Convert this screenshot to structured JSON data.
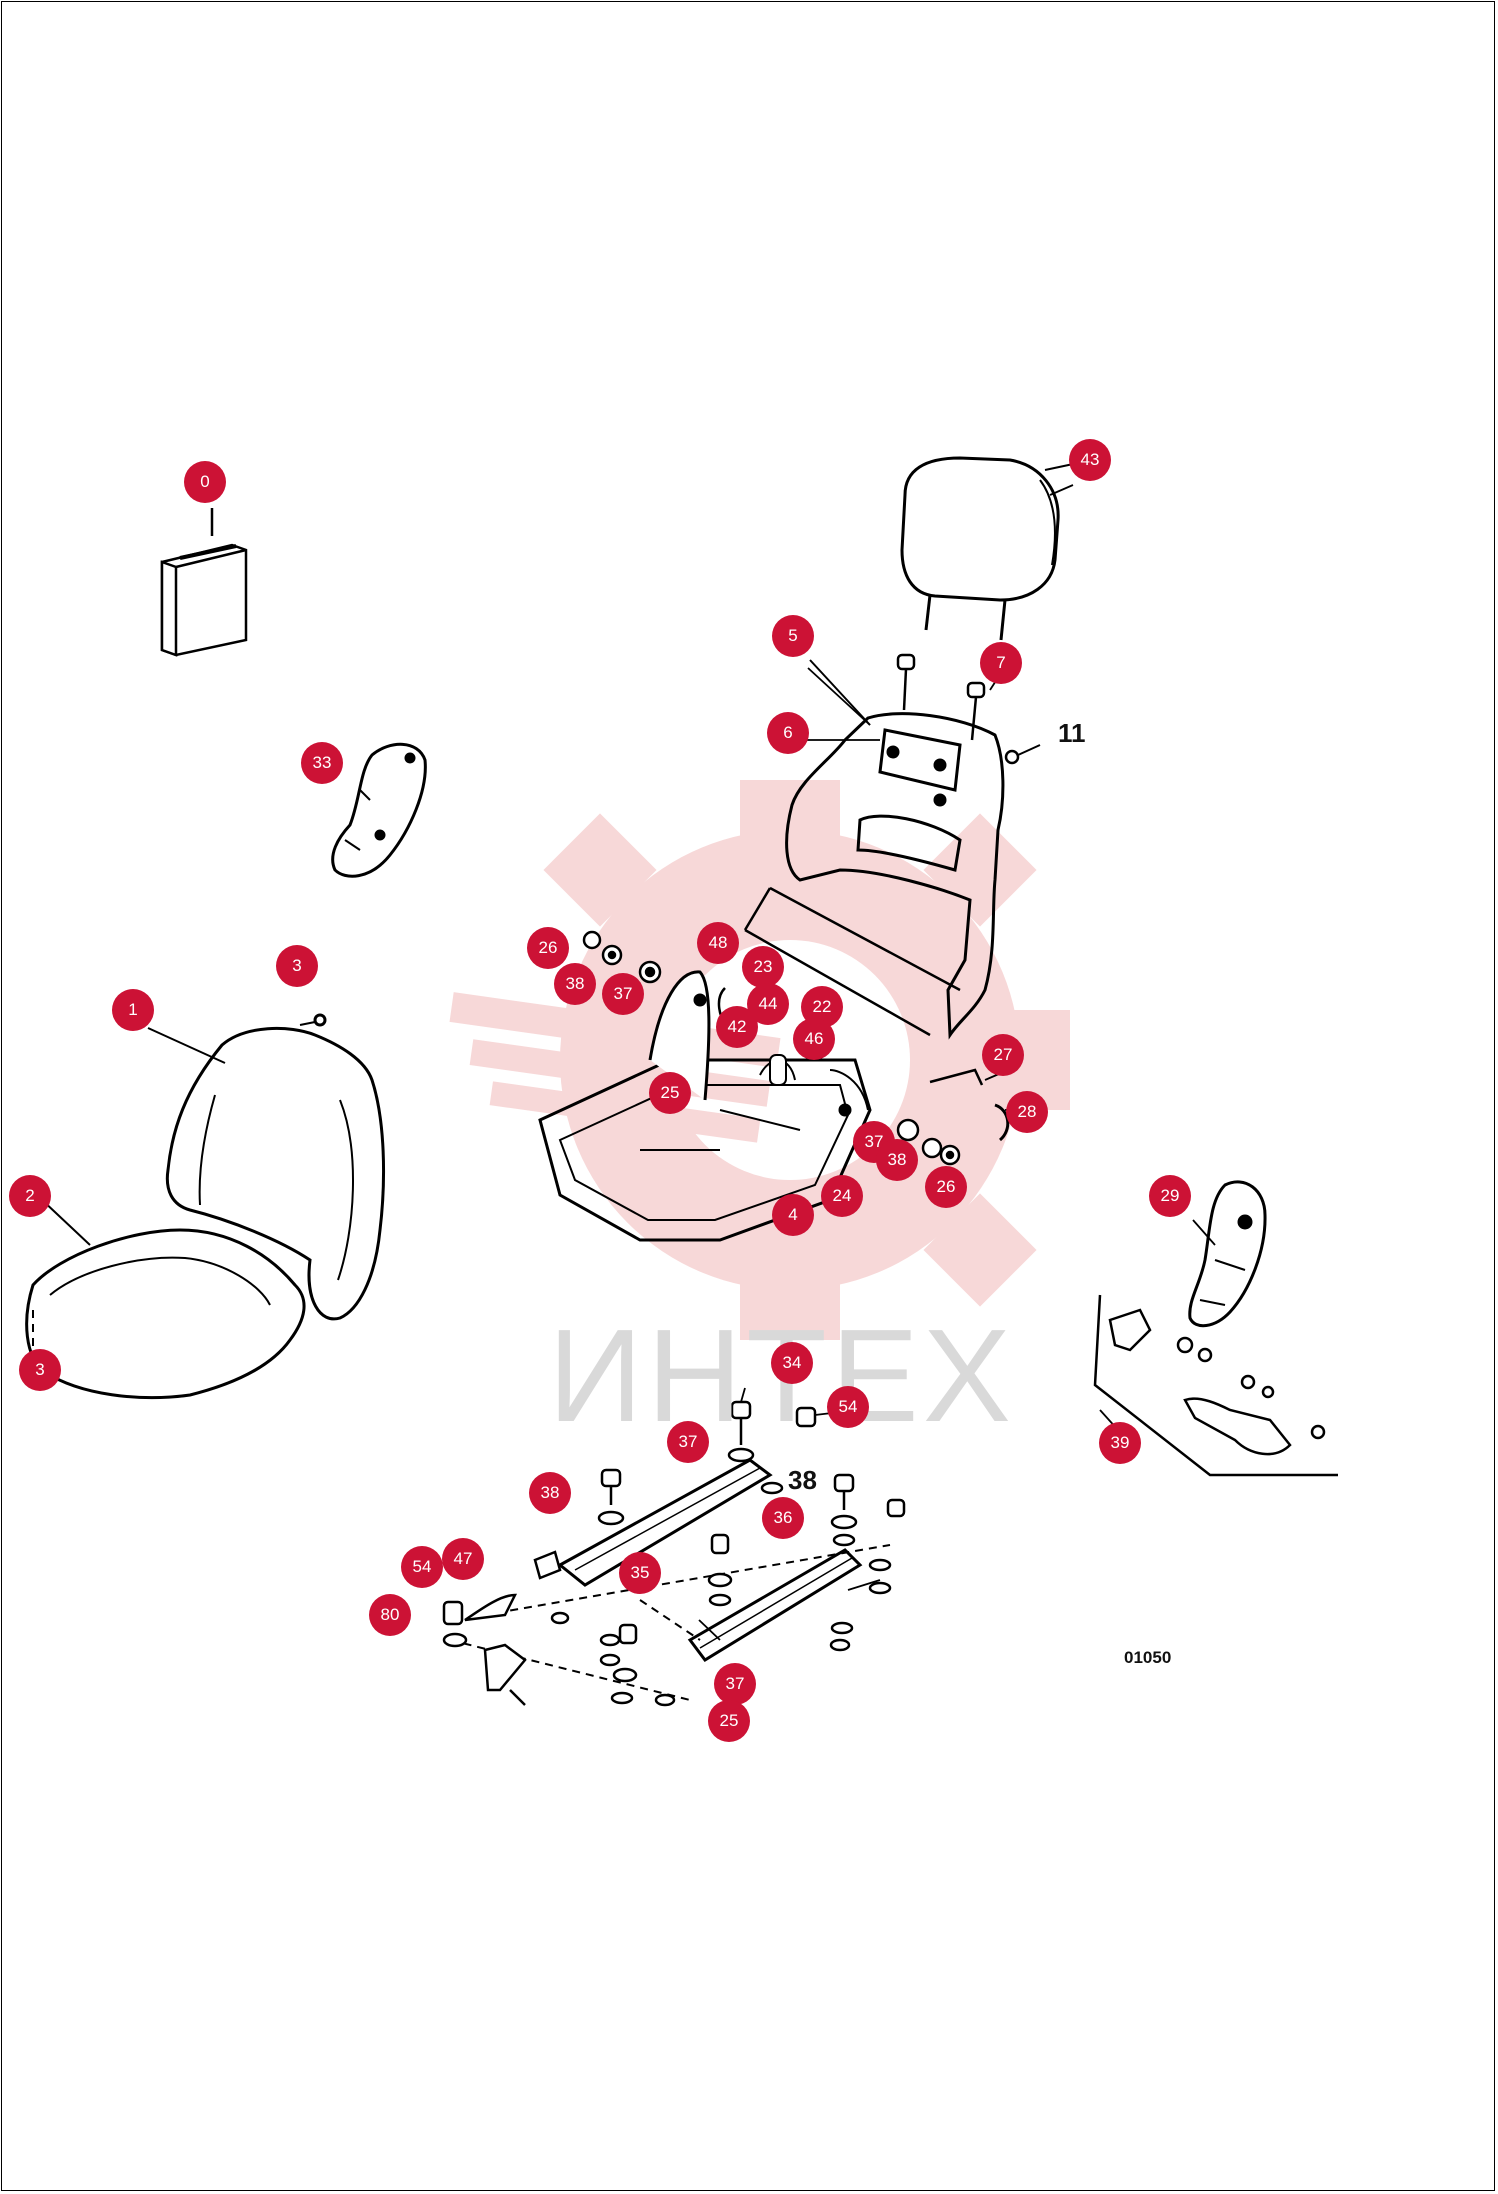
{
  "diagram": {
    "watermark": "ИНТЕХ",
    "drawing_code": "01050",
    "plain_labels": {
      "label_11": "11",
      "label_38": "38"
    },
    "callouts": [
      {
        "id": "c0",
        "label": "0"
      },
      {
        "id": "c43",
        "label": "43"
      },
      {
        "id": "c5",
        "label": "5"
      },
      {
        "id": "c7",
        "label": "7"
      },
      {
        "id": "c6",
        "label": "6"
      },
      {
        "id": "c33",
        "label": "33"
      },
      {
        "id": "c26a",
        "label": "26"
      },
      {
        "id": "c48",
        "label": "48"
      },
      {
        "id": "c23",
        "label": "23"
      },
      {
        "id": "c38a",
        "label": "38"
      },
      {
        "id": "c37a",
        "label": "37"
      },
      {
        "id": "c44",
        "label": "44"
      },
      {
        "id": "c22",
        "label": "22"
      },
      {
        "id": "c3a",
        "label": "3"
      },
      {
        "id": "c1",
        "label": "1"
      },
      {
        "id": "c42",
        "label": "42"
      },
      {
        "id": "c46",
        "label": "46"
      },
      {
        "id": "c27",
        "label": "27"
      },
      {
        "id": "c25a",
        "label": "25"
      },
      {
        "id": "c28",
        "label": "28"
      },
      {
        "id": "c37b",
        "label": "37"
      },
      {
        "id": "c38b",
        "label": "38"
      },
      {
        "id": "c26b",
        "label": "26"
      },
      {
        "id": "c24",
        "label": "24"
      },
      {
        "id": "c2",
        "label": "2"
      },
      {
        "id": "c4",
        "label": "4"
      },
      {
        "id": "c29",
        "label": "29"
      },
      {
        "id": "c3b",
        "label": "3"
      },
      {
        "id": "c34",
        "label": "34"
      },
      {
        "id": "c54a",
        "label": "54"
      },
      {
        "id": "c37c",
        "label": "37"
      },
      {
        "id": "c39",
        "label": "39"
      },
      {
        "id": "c38c",
        "label": "38"
      },
      {
        "id": "c36",
        "label": "36"
      },
      {
        "id": "c54b",
        "label": "54"
      },
      {
        "id": "c47",
        "label": "47"
      },
      {
        "id": "c35",
        "label": "35"
      },
      {
        "id": "c80",
        "label": "80"
      },
      {
        "id": "c37d",
        "label": "37"
      },
      {
        "id": "c25b",
        "label": "25"
      }
    ]
  }
}
